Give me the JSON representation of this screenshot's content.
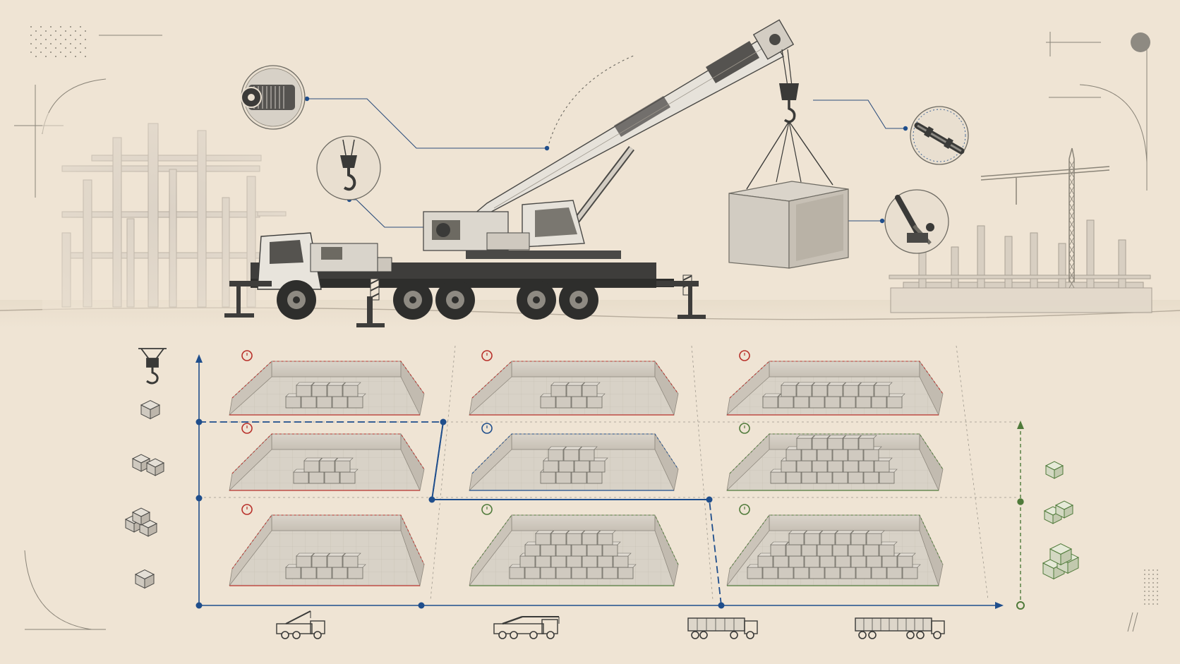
{
  "canvas": {
    "background": "#efe4d4",
    "paper_tone": "#e9dcc8"
  },
  "colors": {
    "ink": "#3a3a38",
    "ink_light": "#8a8478",
    "concrete": "#d6d0c6",
    "concrete_dark": "#b8b1a6",
    "red_accent": "#b8302a",
    "blue_accent": "#1f4e8c",
    "green_accent": "#4f7a3a",
    "crane_body": "#e6e2da",
    "tire": "#2e2e2c"
  },
  "icons": {
    "detail_callouts": [
      "winch-drum-icon",
      "hook-block-icon",
      "boom-pin-icon",
      "hydraulic-ram-icon"
    ],
    "left_column": [
      "crane-hook-icon",
      "single-block-icon",
      "double-block-icon",
      "triple-block-icon",
      "small-block-icon"
    ],
    "right_column": [
      "small-block-icon",
      "medium-block-icon",
      "large-block-icon"
    ],
    "bottom_vehicles": [
      "small-crane-truck-icon",
      "crane-truck-icon",
      "flatbed-truck-icon",
      "long-flatbed-truck-icon"
    ]
  },
  "grid": {
    "rows": 3,
    "cols": 3,
    "cells": [
      {
        "row": 0,
        "col": 0,
        "accent": "red",
        "stack": [
          [
            5,
            2
          ],
          [
            4,
            3
          ]
        ]
      },
      {
        "row": 0,
        "col": 1,
        "accent": "red",
        "stack": [
          [
            4,
            2
          ],
          [
            5,
            2
          ]
        ]
      },
      {
        "row": 0,
        "col": 2,
        "accent": "red",
        "stack": [
          [
            9,
            2
          ],
          [
            8,
            2
          ]
        ]
      },
      {
        "row": 1,
        "col": 0,
        "accent": "red",
        "stack": [
          [
            4,
            2
          ],
          [
            3,
            2
          ]
        ]
      },
      {
        "row": 1,
        "col": 1,
        "accent": "blue",
        "stack": [
          [
            4,
            3
          ],
          [
            3,
            3
          ]
        ]
      },
      {
        "row": 1,
        "col": 2,
        "accent": "green",
        "stack": [
          [
            8,
            4
          ],
          [
            9,
            3
          ]
        ]
      },
      {
        "row": 2,
        "col": 0,
        "accent": "red",
        "stack": [
          [
            5,
            2
          ],
          [
            4,
            3
          ]
        ]
      },
      {
        "row": 2,
        "col": 1,
        "accent": "green",
        "stack": [
          [
            8,
            4
          ],
          [
            7,
            5
          ]
        ]
      },
      {
        "row": 2,
        "col": 2,
        "accent": "green",
        "stack": [
          [
            11,
            4
          ],
          [
            10,
            5
          ]
        ]
      }
    ]
  }
}
